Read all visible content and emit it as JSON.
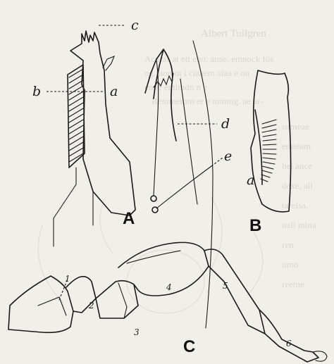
{
  "figure": {
    "bleed_through": {
      "author_line": "Albert Tullgren",
      "lines": [
        "Acaras at ett eno. anse. emnock fös",
        "ng nion ni i ciaaem aiaa e on",
        "enoe emimdn n  e",
        "Bemmeiom er e mmmg. ae ar-",
        "sumeae",
        "emteam.",
        "hel ance",
        "dexe, all",
        "tarelsa,",
        "nall mina",
        "ren.",
        "umo",
        "reeme"
      ]
    },
    "panels": [
      {
        "id": "A",
        "label": "A"
      },
      {
        "id": "B",
        "label": "B"
      },
      {
        "id": "C",
        "label": "C"
      }
    ],
    "callouts": {
      "a": "a",
      "b": "b",
      "c": "c",
      "d": "d",
      "e": "e",
      "a_small": "a"
    },
    "segment_numbers": [
      "1",
      "2",
      "3",
      "4",
      "5",
      "6"
    ]
  }
}
